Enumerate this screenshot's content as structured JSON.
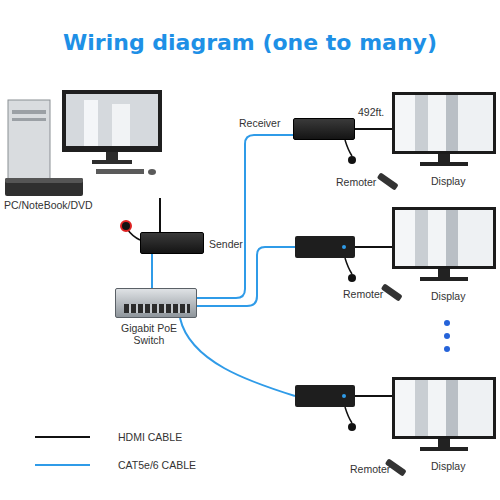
{
  "diagram": {
    "title": "Wiring diagram (one to many)",
    "nodes": [
      {
        "text": [
          "PC/NoteBook/DVD"
        ]
      },
      {
        "text": [
          "Sender"
        ]
      },
      {
        "text": [
          "Gigabit PoE Switch"
        ]
      },
      {
        "text": [
          "Receiver"
        ]
      },
      {
        "text": [
          "Display"
        ]
      },
      {
        "text": [
          "Display"
        ]
      },
      {
        "text": [
          "Display"
        ]
      }
    ],
    "edges": [
      {
        "from": 0,
        "to": 1,
        "arrow": "none"
      },
      {
        "from": 1,
        "to": 2,
        "arrow": "none"
      },
      {
        "from": 2,
        "to": 3,
        "arrow": "none"
      },
      {
        "from": 3,
        "to": 4,
        "arrow": "none"
      }
    ],
    "labels": [
      "492ft.",
      "Remoter",
      "Remoter",
      "Remoter"
    ],
    "legend": [
      {
        "text": "HDMI CABLE"
      },
      {
        "text": "CAT5e/6 CABLE"
      }
    ]
  }
}
